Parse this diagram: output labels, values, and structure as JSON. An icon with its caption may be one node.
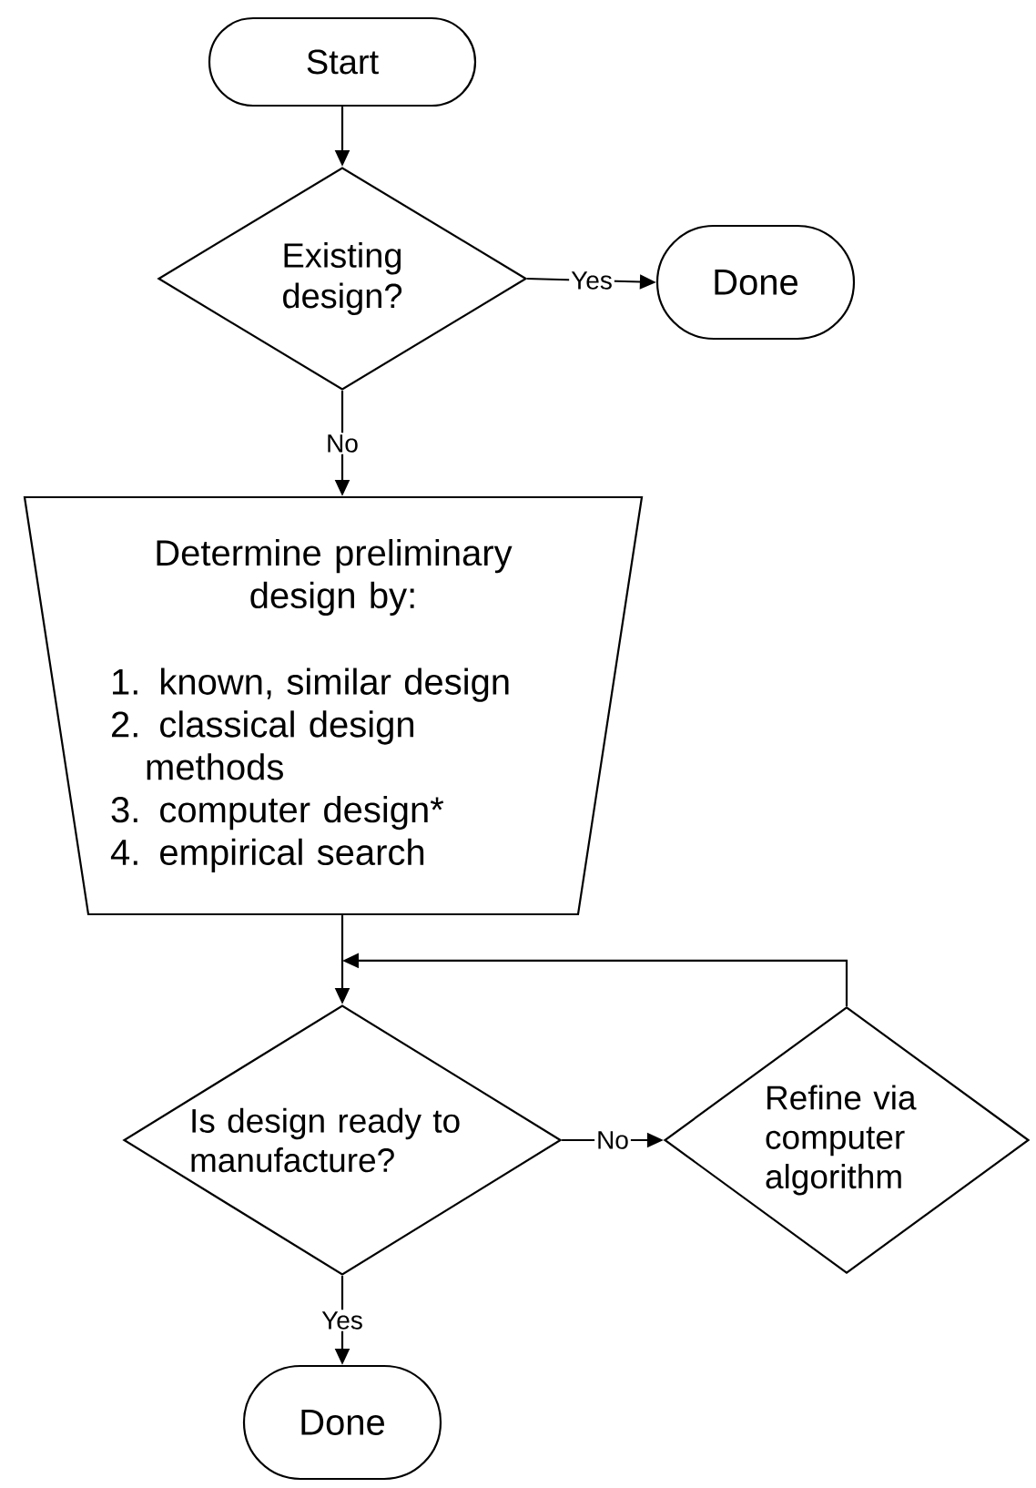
{
  "diagram": {
    "nodes": [
      {
        "text": [
          "Start"
        ]
      },
      {
        "text": [
          "Existing design?"
        ]
      },
      {
        "text": [
          "Done"
        ]
      },
      {
        "text": [
          "Determine preliminary design by:",
          "1. known, similar design",
          "2. classical design methods",
          "3. computer design*",
          "4. empirical search"
        ]
      },
      {
        "text": [
          "Is design ready to manufacture?"
        ]
      },
      {
        "text": [
          "Refine via computer algorithm"
        ]
      },
      {
        "text": [
          "Done"
        ]
      }
    ],
    "edges": [
      {
        "from": 0,
        "to": 1,
        "arrow": "to"
      },
      {
        "from": 1,
        "to": 2,
        "arrow": "to",
        "label": "Yes"
      },
      {
        "from": 1,
        "to": 3,
        "arrow": "to",
        "label": "No"
      },
      {
        "from": 3,
        "to": 4,
        "arrow": "to"
      },
      {
        "from": 4,
        "to": 5,
        "arrow": "to",
        "label": "No"
      },
      {
        "from": 5,
        "to": 4,
        "arrow": "to"
      },
      {
        "from": 4,
        "to": 6,
        "arrow": "to",
        "label": "Yes"
      }
    ]
  }
}
